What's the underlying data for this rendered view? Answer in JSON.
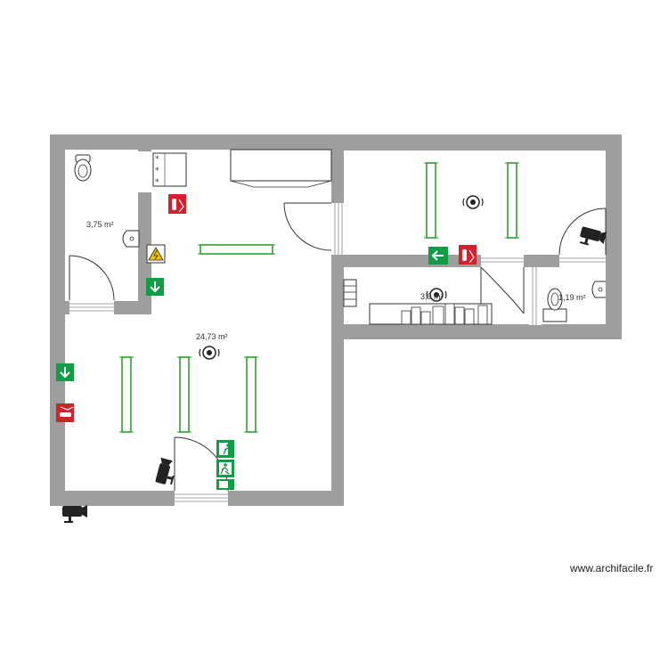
{
  "plan": {
    "rooms": [
      {
        "id": "wc-left",
        "area_label": "3,75 m²"
      },
      {
        "id": "main-room",
        "area_label": "24,73 m²"
      },
      {
        "id": "storage",
        "area_label": "3,9 m²"
      },
      {
        "id": "wc-right",
        "area_label": "1,19 m²"
      }
    ]
  },
  "watermark": "www.archifacile.fr",
  "colors": {
    "wall": "#9e9e9e",
    "light_fixture": "#1f9a1f",
    "safety_green": "#119c45",
    "fire_red": "#d3202b"
  },
  "icons": [
    "toilet-icon",
    "sink-icon",
    "stove-icon",
    "fire-extinguisher-sign-icon",
    "electrical-hazard-icon",
    "exit-arrow-icon",
    "emergency-exit-icon",
    "smoke-detector-icon",
    "camera-icon",
    "shelf-icon"
  ]
}
